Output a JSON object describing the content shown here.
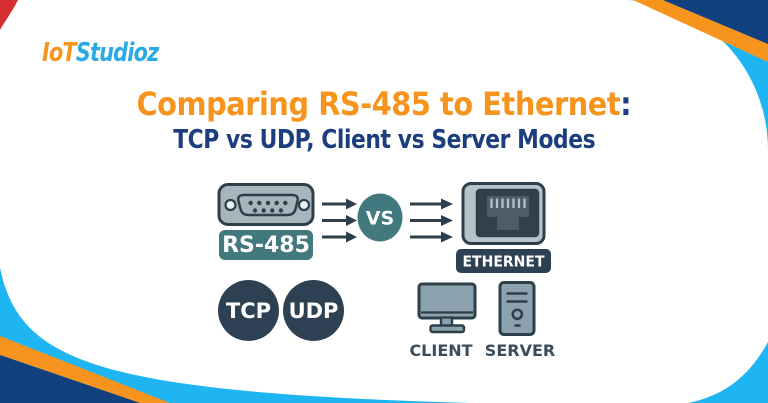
{
  "brand": {
    "name_part1": "IoT",
    "name_part2": "Studioz"
  },
  "title": {
    "text": "Comparing RS-485 to Ethernet",
    "colon": ":",
    "subtitle": "TCP vs UDP, Client vs Server Modes"
  },
  "diagram": {
    "left_connector_label": "RS-485",
    "versus_label": "VS",
    "right_connector_label": "ETHERNET",
    "protocol_left": "TCP",
    "protocol_right": "UDP",
    "mode_left": "CLIENT",
    "mode_right": "SERVER"
  },
  "colors": {
    "orange": "#F7941D",
    "cyan": "#1FB4F2",
    "navy": "#12407F",
    "navy_text": "#1C3E7E",
    "logo_blue": "#29ABE2",
    "teal": "#41797E",
    "slate": "#2E3F4A",
    "slate_dark": "#2D4152",
    "gray_connector": "#A9B5BD",
    "gray_light": "#B8C2C9",
    "gray_device": "#8CA2AE",
    "red_corner": "#D63031",
    "label_text": "#3B4C5B"
  }
}
